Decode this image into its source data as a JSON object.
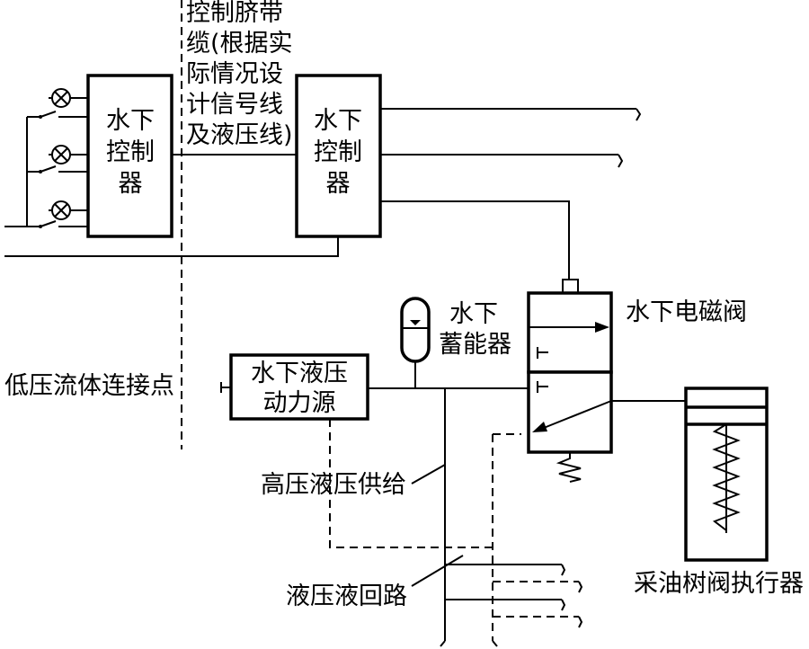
{
  "labels": {
    "controller_left": [
      "水下",
      "控制",
      "器"
    ],
    "controller_right": [
      "水下",
      "控制",
      "器"
    ],
    "umbilical": [
      "控制脐带",
      "缆(根据实",
      "际情况设",
      "计信号线",
      "及液压线)"
    ],
    "accumulator": [
      "水下",
      "蓄能器"
    ],
    "solenoid_valve": "水下电磁阀",
    "low_pressure_point": "低压流体连接点",
    "hpu": [
      "水下液压",
      "动力源"
    ],
    "hp_supply": "高压液压供给",
    "return_line": "液压液回路",
    "actuator": "采油树阀执行器"
  }
}
